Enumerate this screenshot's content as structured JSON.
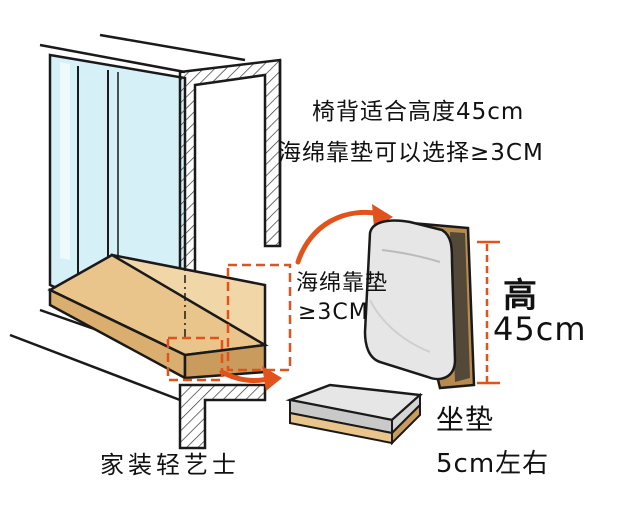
{
  "labels": {
    "backrest_height": "椅背适合高度45cm",
    "sponge_option": "海绵靠垫可以选择≥3CM",
    "back_cushion_title": "海绵靠垫",
    "back_cushion_thickness": "≥3CM",
    "height_label": "高",
    "height_value": "45cm",
    "seat_cushion_title": "坐垫",
    "seat_cushion_value": "5cm左右",
    "brand": "家装轻艺士"
  },
  "colors": {
    "wood": "#E9C58C",
    "wood_dark": "#B88A4E",
    "glass": "#D6F0F8",
    "cushion": "#E6E6E6",
    "accent_orange": "#E2531C",
    "outline": "#1A1A1A"
  },
  "icons": [
    "curved-arrow-icon",
    "down-arrow-icon"
  ]
}
